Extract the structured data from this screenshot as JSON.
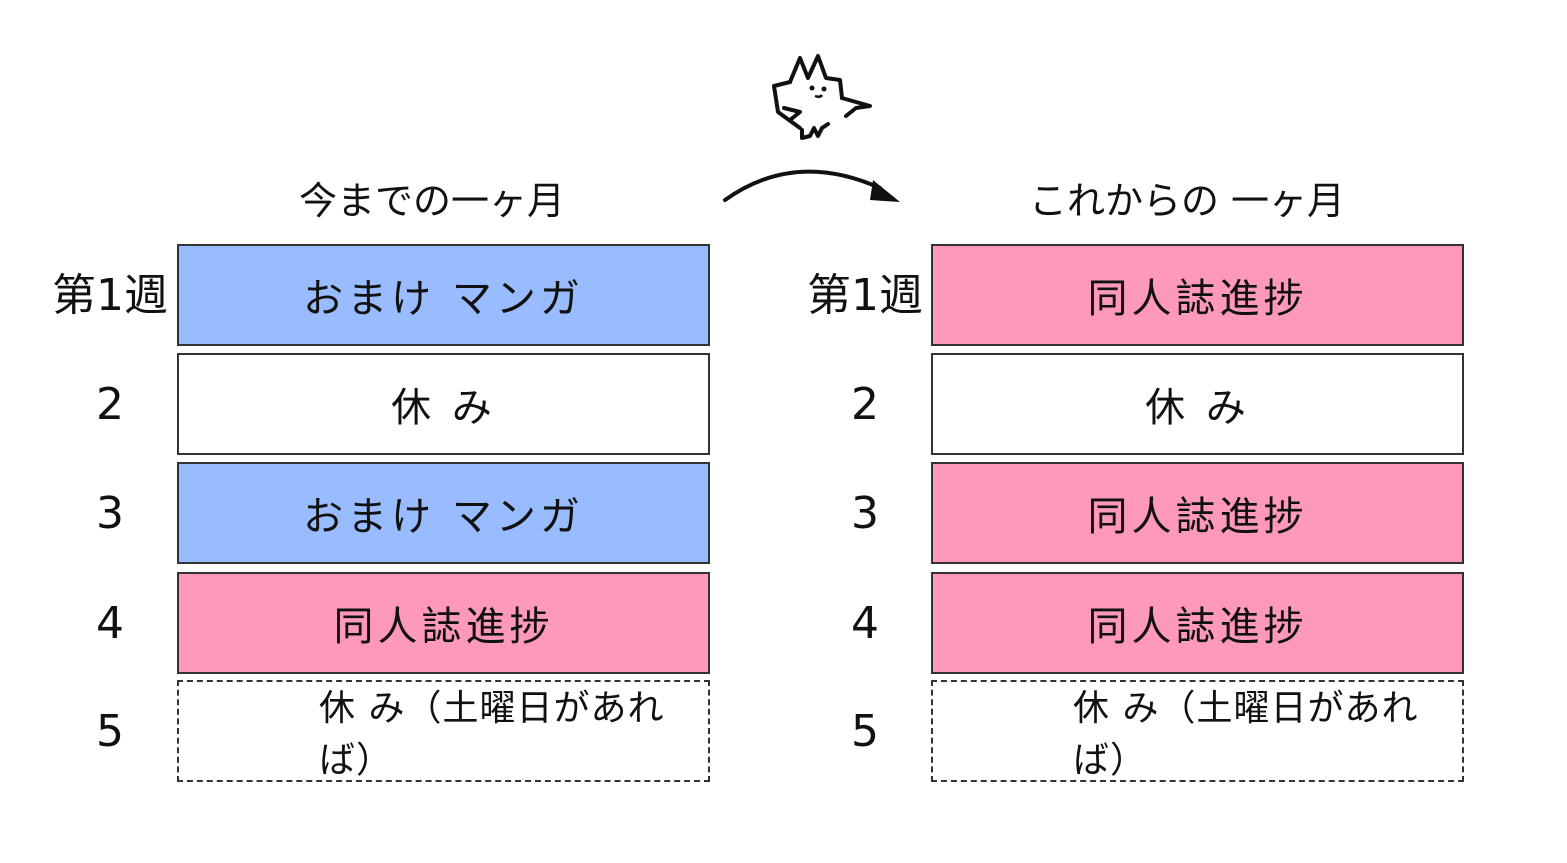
{
  "colors": {
    "blue": "#99bbff",
    "pink": "#ff99bb"
  },
  "left": {
    "title": "今までの一ヶ月",
    "weeks": [
      "第1週",
      "2",
      "3",
      "4",
      "5"
    ],
    "cells": [
      "おまけ マンガ",
      "休 み",
      "おまけ マンガ",
      "同人誌進捗",
      "休 み（土曜日があれば）"
    ]
  },
  "right": {
    "title": "これからの 一ヶ月",
    "weeks": [
      "第1週",
      "2",
      "3",
      "4",
      "5"
    ],
    "cells": [
      "同人誌進捗",
      "休 み",
      "同人誌進捗",
      "同人誌進捗",
      "休 み（土曜日があれば）"
    ]
  }
}
